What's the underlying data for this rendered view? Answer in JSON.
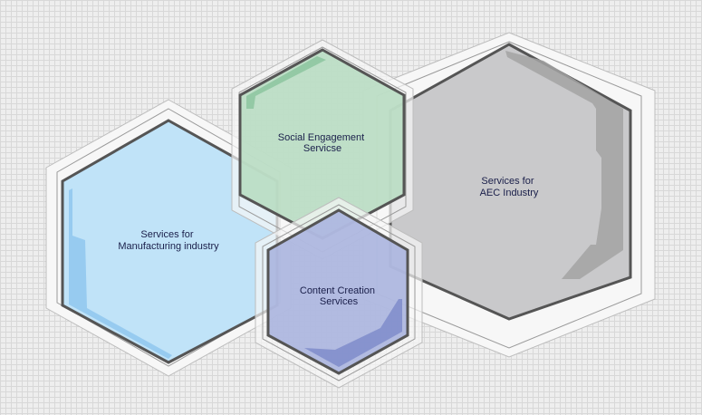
{
  "colors": {
    "aec": "#c9c9cb",
    "manufacturing": "#bde2f8",
    "social": "#b7dcc2",
    "content": "#a9b3de",
    "outline": "#555555",
    "label": "#1a1f4a"
  },
  "hexagons": [
    {
      "id": "aec",
      "lines": [
        "Services for",
        "AEC Industry"
      ]
    },
    {
      "id": "manufacturing",
      "lines": [
        "Services for",
        "Manufacturing industry"
      ]
    },
    {
      "id": "social",
      "lines": [
        "Social Engagement",
        "Servicse"
      ]
    },
    {
      "id": "content",
      "lines": [
        "Content Creation",
        "Services"
      ]
    }
  ]
}
